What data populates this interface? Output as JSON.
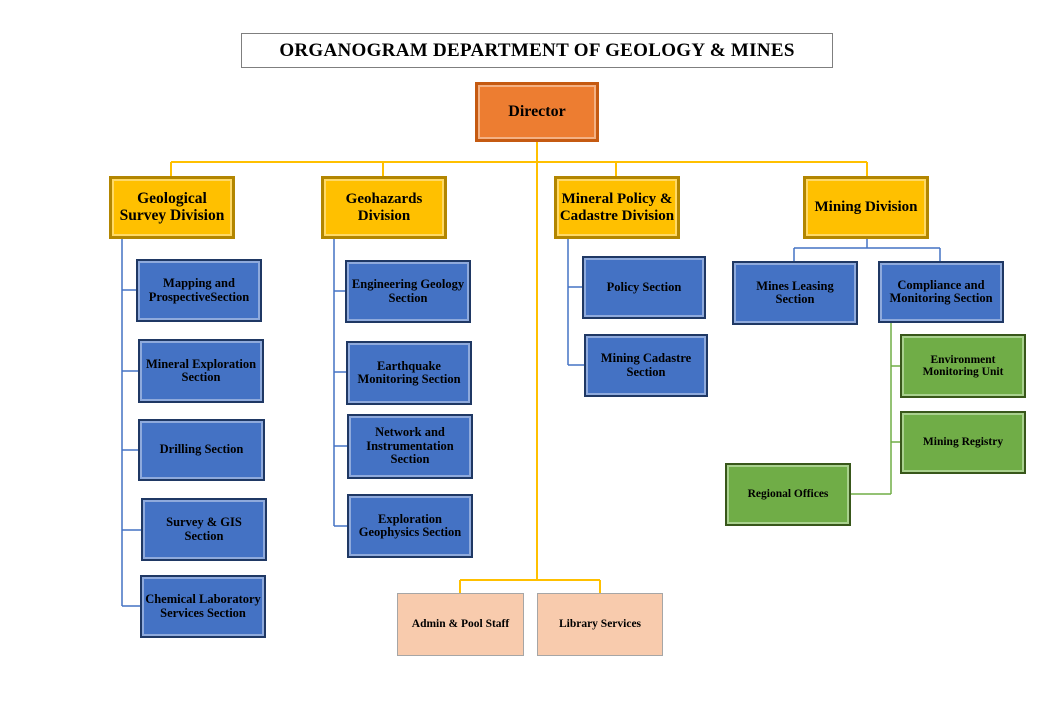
{
  "title": "ORGANOGRAM  DEPARTMENT  OF GEOLOGY  & MINES",
  "director": "Director",
  "colors": {
    "director": "#ed7d31",
    "division": "#ffc000",
    "section": "#4472c4",
    "unit": "#70ad47",
    "support": "#f8cbad",
    "connector_main": "#ffc000",
    "connector_blue": "#4472c4",
    "connector_green": "#70ad47"
  },
  "divisions": [
    {
      "name": "Geological Survey Division",
      "sections": [
        "Mapping and ProspectiveSection",
        "Mineral Exploration Section",
        "Drilling Section",
        "Survey & GIS Section",
        "Chemical Laboratory Services Section"
      ]
    },
    {
      "name": "Geohazards Division",
      "sections": [
        "Engineering Geology Section",
        "Earthquake Monitoring Section",
        "Network and Instrumentation Section",
        "Exploration Geophysics Section"
      ]
    },
    {
      "name": "Mineral Policy & Cadastre Division",
      "sections": [
        "Policy Section",
        "Mining Cadastre Section"
      ]
    },
    {
      "name": "Mining Division",
      "sections": [
        "Mines Leasing Section",
        "Compliance and Monitoring Section"
      ],
      "units": [
        "Environment Monitoring  Unit",
        "Mining  Registry",
        "Regional  Offices"
      ]
    }
  ],
  "support": [
    "Admin  & Pool  Staff",
    "Library  Services"
  ]
}
